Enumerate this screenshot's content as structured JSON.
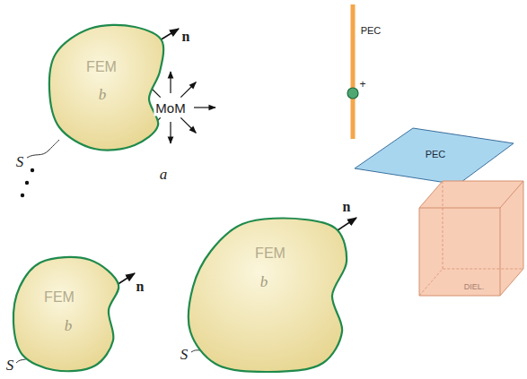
{
  "diagram": {
    "nodes": [
      {
        "text": [
          "FEM",
          "b"
        ]
      },
      {
        "text": [
          "PEC"
        ]
      },
      {
        "text": [
          "DIEL."
        ]
      },
      {
        "text": [
          "FEM",
          "b"
        ]
      },
      {
        "text": [
          "FEM",
          "b"
        ]
      }
    ],
    "labels": [
      "n",
      "S",
      "MoM",
      "a",
      "PEC",
      "+",
      "n",
      "S",
      "n",
      "S"
    ]
  }
}
